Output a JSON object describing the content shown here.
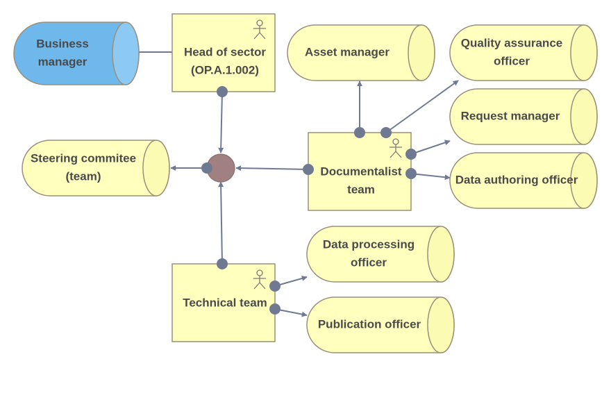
{
  "colors": {
    "role_fill": "#ffffbe",
    "role_end": "#fbfbb4",
    "actor_fill": "#ffffbe",
    "highlight_fill": "#6fb8ec",
    "highlight_end": "#8ccaf3",
    "junction": "#a08080",
    "connector": "#6f7a92"
  },
  "nodes": {
    "business_manager": [
      "Business",
      "manager"
    ],
    "head_of_sector": [
      "Head of sector",
      "(OP.A.1.002)"
    ],
    "asset_manager": [
      "Asset manager"
    ],
    "quality_assurance_officer": [
      "Quality assurance",
      "officer"
    ],
    "request_manager": [
      "Request manager"
    ],
    "steering_committee": [
      "Steering commitee",
      "(team)"
    ],
    "documentalist_team": [
      "Documentalist",
      "team"
    ],
    "data_authoring_officer": [
      "Data authoring officer"
    ],
    "data_processing_officer": [
      "Data processing",
      "officer"
    ],
    "technical_team": [
      "Technical team"
    ],
    "publication_officer": [
      "Publication officer"
    ]
  }
}
